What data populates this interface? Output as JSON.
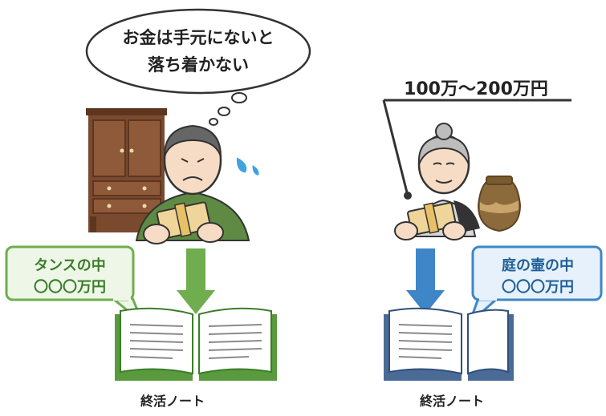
{
  "thought_bubble": {
    "line1": "お金は手元にないと",
    "line2": "落ち着かない"
  },
  "amount_label": "100万〜200万円",
  "left_box": {
    "line1": "タンスの中",
    "line2": "〇〇〇万円"
  },
  "right_box": {
    "line1": "庭の壷の中",
    "line2": "〇〇〇万円"
  },
  "left_caption": "終活ノート",
  "right_caption": "終活ノート",
  "colors": {
    "green": "#6fad4e",
    "green_dark": "#3a7d2a",
    "green_fill": "#eef7e7",
    "blue": "#3f86c8",
    "blue_dark": "#1f5f99",
    "blue_fill": "#e6f1fb",
    "wardrobe": "#7a4a2e"
  }
}
